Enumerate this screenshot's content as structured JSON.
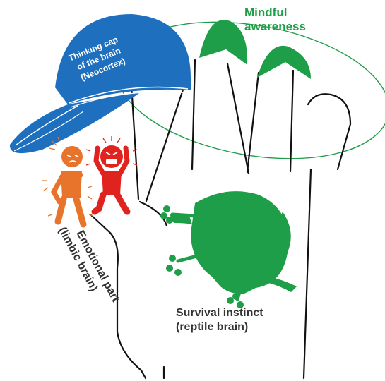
{
  "labels": {
    "mindful_line1": "Mindful",
    "mindful_line2": "awareness",
    "cap_line1": "Thinking cap",
    "cap_line2": "of the brain",
    "cap_line3": "(Neocortex)",
    "emotional_line1": "Emotional part",
    "emotional_line2": "(limbic brain)",
    "survival_line1": "Survival instinct",
    "survival_line2": "(reptile brain)"
  },
  "colors": {
    "green": "#1e9e48",
    "blue": "#1f6fbf",
    "orange": "#e8732a",
    "red": "#e0231f",
    "outline": "#111111",
    "label_dark": "#333333",
    "white": "#ffffff"
  },
  "icons": {
    "cap": "baseball-cap-icon",
    "lizard": "lizard-icon",
    "anxious_figure": "anxious-figure-icon",
    "angry_figure": "angry-figure-icon"
  }
}
